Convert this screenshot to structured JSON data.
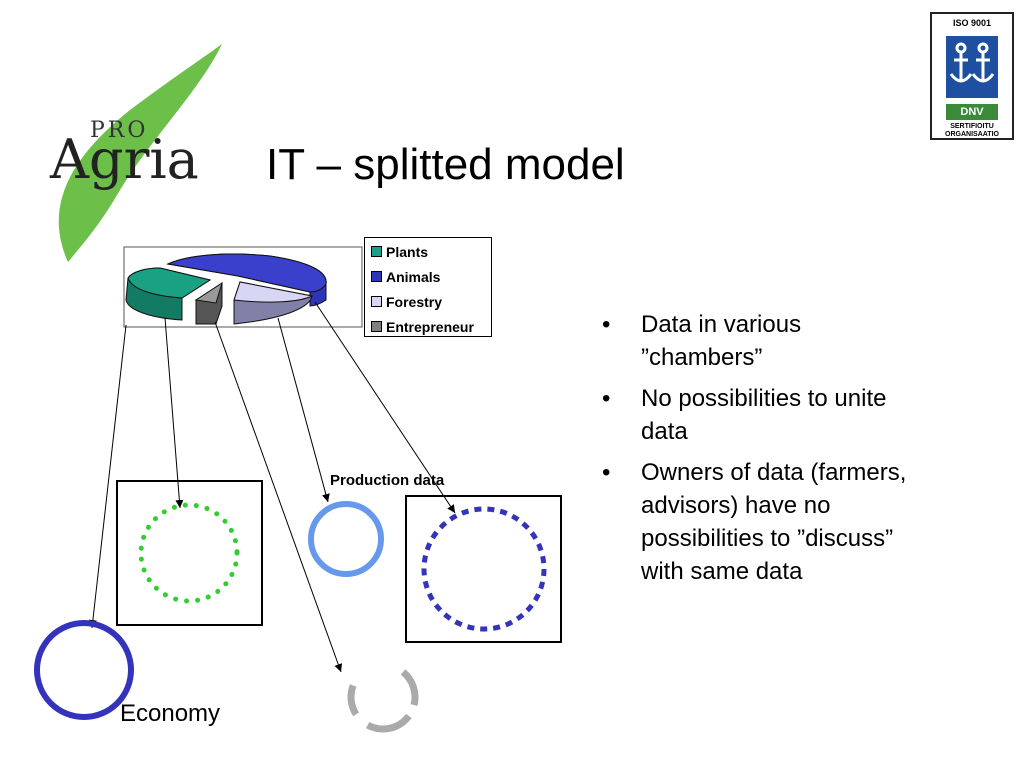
{
  "title": "IT – splitted model",
  "logo": {
    "small_text": "PRO",
    "large_text": "Agria"
  },
  "badge": {
    "top_text": "ISO 9001",
    "brand_text": "DNV",
    "bottom_line1": "SERTIFIOITU",
    "bottom_line2": "ORGANISAATIO"
  },
  "legend": {
    "items": [
      {
        "label": "Plants",
        "color": "#1aa082"
      },
      {
        "label": "Animals",
        "color": "#2f35b8"
      },
      {
        "label": "Forestry",
        "color": "#d7d7f5"
      },
      {
        "label": "Entrepreneur",
        "color": "#808080"
      }
    ]
  },
  "labels": {
    "production": "Production data",
    "economy": "Economy"
  },
  "bullets": [
    "Data in various ”chambers”",
    "No possibilities to unite data",
    "Owners of data (farmers, advisors) have no possibilities to ”discuss” with same data"
  ],
  "colors": {
    "green_dots": "#33cc33",
    "navy_circle": "#3333bb",
    "light_blue": "#6699ee",
    "gray_arc": "#aaaaaa",
    "leaf": "#6cc04a"
  }
}
